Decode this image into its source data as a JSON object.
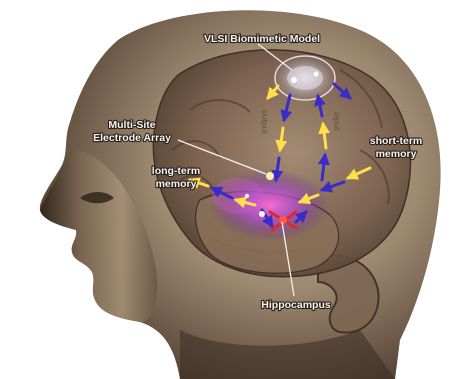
{
  "labels": {
    "vlsi_model": "VLSI Biomimetic Model",
    "electrode_array_line1": "Multi-Site",
    "electrode_array_line2": "Electrode Array",
    "long_term_line1": "long-term",
    "long_term_line2": "memory",
    "short_term_line1": "short-term",
    "short_term_line2": "memory",
    "hippocampus": "Hippocampus",
    "pathway_left": "output",
    "pathway_right": "input"
  },
  "colors": {
    "skin_light": "#b39e85",
    "skin_dark": "#3b2c22",
    "brain": "#8a6e58",
    "arrow_yellow": "#ffe04a",
    "arrow_blue": "#3a2cc8",
    "hippocampus_red": "#e02a2a",
    "glow_purple": "#b04ad8"
  },
  "icons": {
    "chip": "vlsi-chip-icon",
    "electrode": "electrode-array-icon"
  }
}
